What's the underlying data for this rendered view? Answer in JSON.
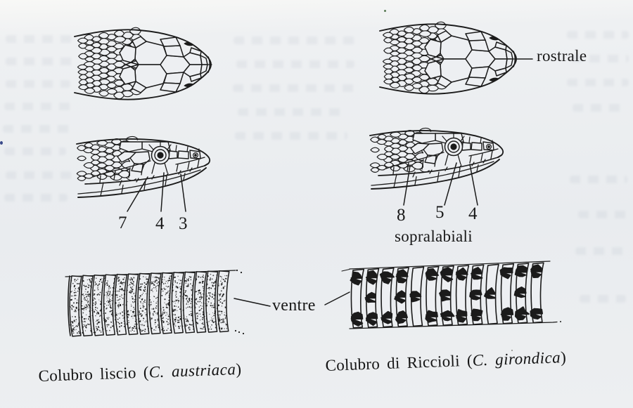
{
  "page": {
    "paper_color": "#edeff2",
    "ink_color": "#1b1b1b"
  },
  "labels": {
    "rostrale": "rostrale",
    "sopralabiali": "sopralabiali",
    "ventre": "ventre"
  },
  "left_column": {
    "numbers": [
      "7",
      "4",
      "3"
    ],
    "caption": {
      "prefix": "Colubro liscio (",
      "species": "C. austriaca",
      "suffix": ")"
    }
  },
  "right_column": {
    "numbers": [
      "8",
      "5",
      "4"
    ],
    "caption": {
      "prefix": "Colubro di Riccioli (",
      "species": "C. girondica",
      "suffix": ")"
    }
  }
}
